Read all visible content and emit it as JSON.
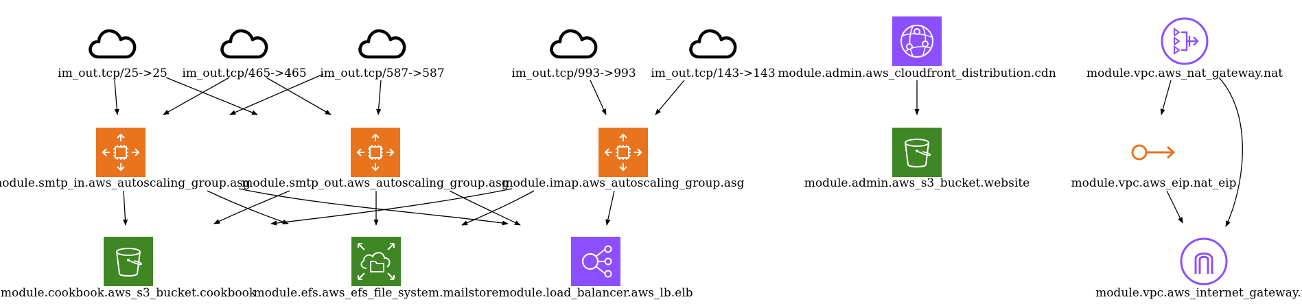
{
  "colors": {
    "compute_orange": "#e8741e",
    "storage_green": "#3f8624",
    "network_purple": "#8c4fff",
    "cloud_stroke": "#000000",
    "edge": "#000000"
  },
  "nodes": [
    {
      "id": "im_out_25",
      "label": "im_out.tcp/25->25",
      "icon": "cloud-icon"
    },
    {
      "id": "im_out_465",
      "label": "im_out.tcp/465->465",
      "icon": "cloud-icon"
    },
    {
      "id": "im_out_587",
      "label": "im_out.tcp/587->587",
      "icon": "cloud-icon"
    },
    {
      "id": "im_out_993",
      "label": "im_out.tcp/993->993",
      "icon": "cloud-icon"
    },
    {
      "id": "im_out_143",
      "label": "im_out.tcp/143->143",
      "icon": "cloud-icon"
    },
    {
      "id": "cdn",
      "label": "module.admin.aws_cloudfront_distribution.cdn",
      "icon": "cloudfront-icon"
    },
    {
      "id": "nat",
      "label": "module.vpc.aws_nat_gateway.nat",
      "icon": "nat-gateway-icon"
    },
    {
      "id": "smtp_in",
      "label": "module.smtp_in.aws_autoscaling_group.asg",
      "icon": "autoscaling-icon"
    },
    {
      "id": "smtp_out",
      "label": "module.smtp_out.aws_autoscaling_group.asg",
      "icon": "autoscaling-icon"
    },
    {
      "id": "imap",
      "label": "module.imap.aws_autoscaling_group.asg",
      "icon": "autoscaling-icon"
    },
    {
      "id": "website",
      "label": "module.admin.aws_s3_bucket.website",
      "icon": "s3-bucket-icon"
    },
    {
      "id": "nat_eip",
      "label": "module.vpc.aws_eip.nat_eip",
      "icon": "elastic-ip-icon"
    },
    {
      "id": "cookbook",
      "label": "module.cookbook.aws_s3_bucket.cookbook",
      "icon": "s3-bucket-icon"
    },
    {
      "id": "mailstore",
      "label": "module.efs.aws_efs_file_system.mailstore",
      "icon": "efs-icon"
    },
    {
      "id": "elb",
      "label": "module.load_balancer.aws_lb.elb",
      "icon": "load-balancer-icon"
    },
    {
      "id": "igw",
      "label": "module.vpc.aws_internet_gateway.ig",
      "icon": "internet-gateway-icon"
    }
  ],
  "edges": [
    {
      "from": "im_out_25",
      "to": "smtp_in"
    },
    {
      "from": "im_out_25",
      "to": "smtp_out"
    },
    {
      "from": "im_out_465",
      "to": "smtp_in"
    },
    {
      "from": "im_out_465",
      "to": "smtp_out"
    },
    {
      "from": "im_out_587",
      "to": "smtp_in"
    },
    {
      "from": "im_out_587",
      "to": "smtp_out"
    },
    {
      "from": "im_out_993",
      "to": "imap"
    },
    {
      "from": "im_out_143",
      "to": "imap"
    },
    {
      "from": "cdn",
      "to": "website"
    },
    {
      "from": "nat",
      "to": "nat_eip"
    },
    {
      "from": "nat",
      "to": "igw"
    },
    {
      "from": "nat_eip",
      "to": "igw"
    },
    {
      "from": "smtp_in",
      "to": "cookbook"
    },
    {
      "from": "smtp_in",
      "to": "mailstore"
    },
    {
      "from": "smtp_in",
      "to": "elb"
    },
    {
      "from": "smtp_out",
      "to": "cookbook"
    },
    {
      "from": "smtp_out",
      "to": "mailstore"
    },
    {
      "from": "smtp_out",
      "to": "elb"
    },
    {
      "from": "imap",
      "to": "cookbook"
    },
    {
      "from": "imap",
      "to": "mailstore"
    },
    {
      "from": "imap",
      "to": "elb"
    }
  ]
}
